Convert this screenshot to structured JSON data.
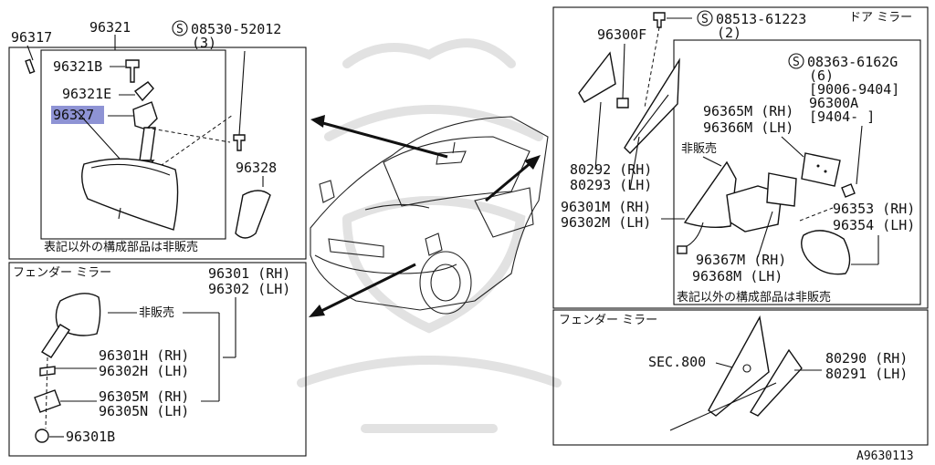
{
  "diagram_id": "A9630113",
  "colors": {
    "highlight": "#8e93d4",
    "line": "#111111",
    "watermark": "#e2e2e2"
  },
  "rearview": {
    "parts": {
      "p96317": "96317",
      "p96321": "96321",
      "p96321B": "96321B",
      "p96321E": "96321E",
      "p96327": "96327",
      "p96328": "96328"
    },
    "screw_code": "08530-52012",
    "screw_qty": "(3)",
    "note": "表記以外の構成部品は非販売"
  },
  "fender": {
    "title": "フェンダー ミラー",
    "rh": "96301 (RH)",
    "lh": "96302 (LH)",
    "not_sold": "非販売",
    "h_rh": "96301H (RH)",
    "h_lh": "96302H (LH)",
    "m_rh": "96305M (RH)",
    "n_lh": "96305N (LH)",
    "base": "96301B"
  },
  "door": {
    "title": "ドア ミラー",
    "screw1_code": "08513-61223",
    "screw1_qty": "(2)",
    "p96300F": "96300F",
    "screw2_code": "08363-6162G",
    "screw2_qty": "(6)",
    "range1": "[9006-9404]",
    "p96300A": "96300A",
    "range2": "[9404-    ]",
    "m365": "96365M (RH)",
    "m366": "96366M (LH)",
    "not_sold": "非販売",
    "g292": "80292 (RH)",
    "g293": "80293 (LH)",
    "m301": "96301M (RH)",
    "m302": "96302M (LH)",
    "p353": "96353 (RH)",
    "p354": "96354 (LH)",
    "m367": "96367M (RH)",
    "m368": "96368M (LH)",
    "note": "表記以外の構成部品は非販売"
  },
  "fender2": {
    "title": "フェンダー ミラー",
    "sec": "SEC.800",
    "g290": "80290 (RH)",
    "g291": "80291 (LH)"
  }
}
